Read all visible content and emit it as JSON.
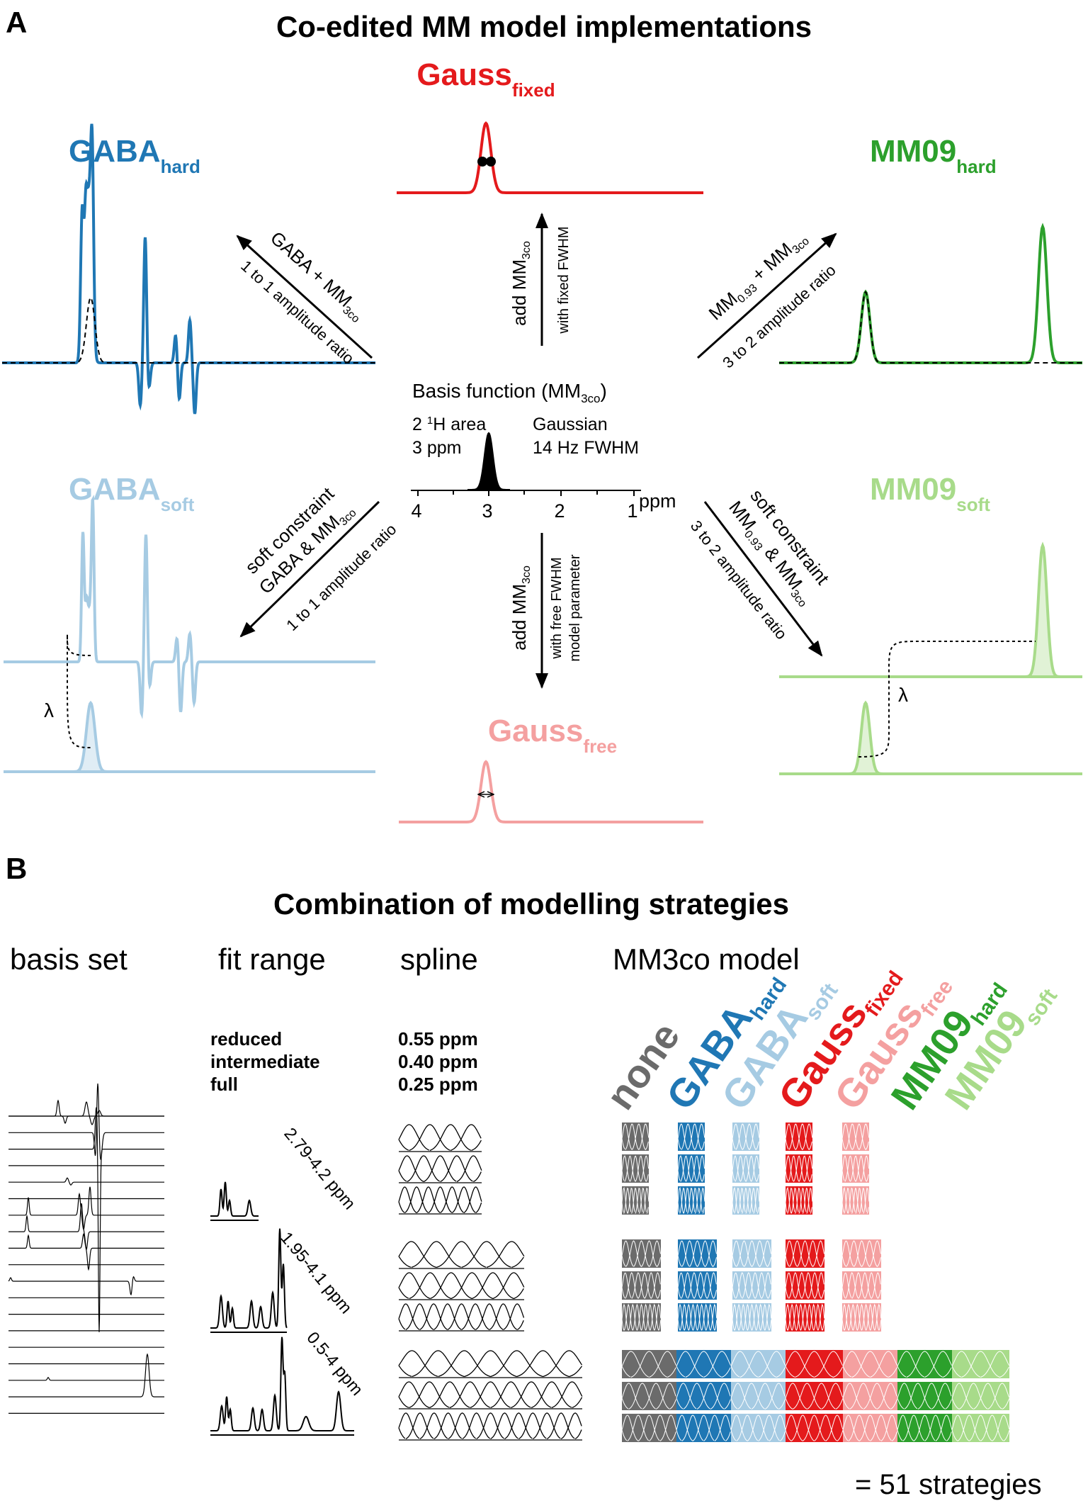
{
  "panel_a": {
    "letter": "A",
    "title": "Co-edited MM model implementations",
    "gauss_fixed": {
      "main": "Gauss",
      "sub": "fixed"
    },
    "gauss_free": {
      "main": "Gauss",
      "sub": "free"
    },
    "gaba_hard": {
      "main": "GABA",
      "sub": "hard"
    },
    "gaba_soft": {
      "main": "GABA",
      "sub": "soft"
    },
    "mm09_hard": {
      "main": "MM09",
      "sub": "hard"
    },
    "mm09_soft": {
      "main": "MM09",
      "sub": "soft"
    },
    "basis": {
      "title_main": "Basis function (MM",
      "title_sub": "3co",
      "title_end": ")",
      "area_pre": "2 ",
      "area_sup": "1",
      "area_post": "H area",
      "ppm_pos": "3 ppm",
      "shape": "Gaussian",
      "fwhm": "14 Hz FWHM",
      "axis_ticks": [
        "4",
        "3",
        "2",
        "1"
      ],
      "axis_unit": "ppm"
    },
    "arrow_up": {
      "line1_main": "add MM",
      "line1_sub": "3co",
      "line2": "with fixed FWHM"
    },
    "arrow_down": {
      "line1_main": "add MM",
      "line1_sub": "3co",
      "line2": "with free FWHM",
      "line3": "model parameter"
    },
    "arrow_gaba_hard": {
      "line1_main": "GABA + MM",
      "line1_sub": "3co",
      "line2": "1 to 1 amplitude ratio"
    },
    "arrow_mm09_hard": {
      "line1_a": "MM",
      "line1_a_sub": "0.93",
      "line1_b": " + MM",
      "line1_b_sub": "3co",
      "line2": "3 to 2 amplitude ratio"
    },
    "arrow_gaba_soft": {
      "line1": "soft constraint",
      "line2_main": "GABA & MM",
      "line2_sub": "3co",
      "line3": "1 to 1 amplitude ratio"
    },
    "arrow_mm09_soft": {
      "line1": "soft constraint",
      "line2_a": "MM",
      "line2_a_sub": "0.93",
      "line2_b": " & MM",
      "line2_b_sub": "3co",
      "line3": "3 to 2 amplitude ratio"
    },
    "lambda": "λ"
  },
  "panel_b": {
    "letter": "B",
    "title": "Combination of modelling strategies",
    "col_basis": "basis set",
    "col_range": "fit range",
    "col_spline": "spline",
    "col_model": "MM3co model",
    "range_names": [
      "reduced",
      "intermediate",
      "full"
    ],
    "spline_spacings": [
      "0.55 ppm",
      "0.40 ppm",
      "0.25 ppm"
    ],
    "range_labels": [
      "2.79-4.2 ppm",
      "1.95-4.1 ppm",
      "0.5-4 ppm"
    ],
    "model_headers": [
      {
        "main": "none",
        "sub": "",
        "color": "#6b6b6b"
      },
      {
        "main": "GABA",
        "sub": "hard",
        "color": "#1f77b4"
      },
      {
        "main": "GABA",
        "sub": "soft",
        "color": "#a6cbe3"
      },
      {
        "main": "Gauss",
        "sub": "fixed",
        "color": "#e41a1c"
      },
      {
        "main": "Gauss",
        "sub": "free",
        "color": "#f4a0a0"
      },
      {
        "main": "MM09",
        "sub": "hard",
        "color": "#2ca02c"
      },
      {
        "main": "MM09",
        "sub": "soft",
        "color": "#a8db8a"
      }
    ],
    "total": "= 51 strategies"
  },
  "colors": {
    "gaba_hard": "#1f77b4",
    "gaba_soft": "#a6cbe3",
    "gauss_fixed": "#e41a1c",
    "gauss_free": "#f4a0a0",
    "mm09_hard": "#2ca02c",
    "mm09_soft": "#a8db8a",
    "none": "#6b6b6b"
  }
}
